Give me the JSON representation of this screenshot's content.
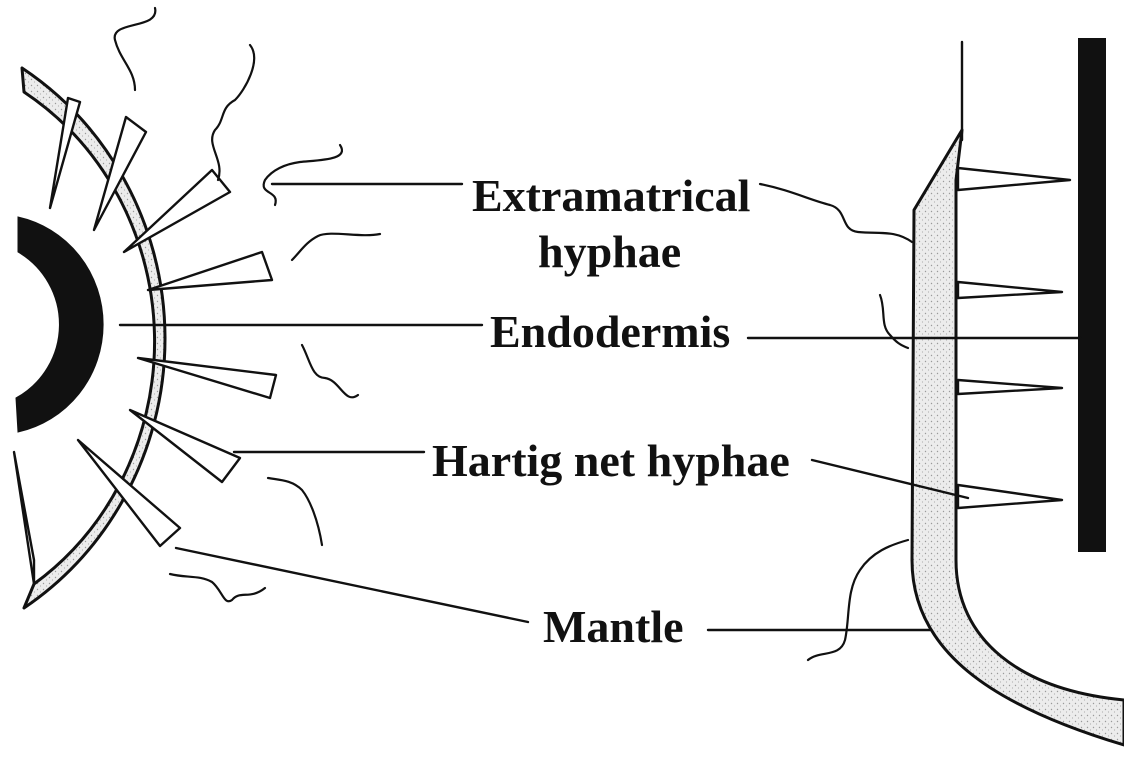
{
  "labels": {
    "extramatrical": "Extramatrical",
    "extramatrical_line2": "hyphae",
    "endodermis": "Endodermis",
    "hartig_net": "Hartig net hyphae",
    "mantle": "Mantle"
  },
  "colors": {
    "ink": "#111111",
    "tissue_fill": "#eeeeee",
    "background": "#ffffff"
  }
}
